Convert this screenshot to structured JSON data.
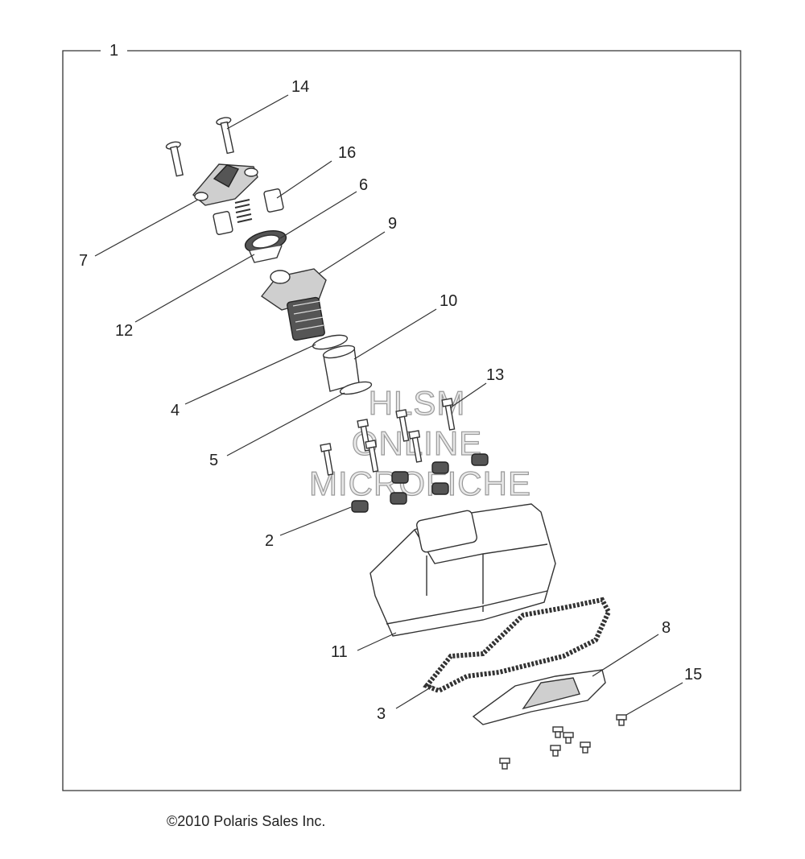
{
  "callouts": [
    "1",
    "2",
    "3",
    "4",
    "5",
    "6",
    "7",
    "8",
    "9",
    "10",
    "11",
    "12",
    "13",
    "14",
    "15",
    "16"
  ],
  "watermark": {
    "line1": "HLSM",
    "line2": "ONLINE",
    "line3": "MICROFICHE"
  },
  "copyright": "©2010 Polaris Sales Inc."
}
